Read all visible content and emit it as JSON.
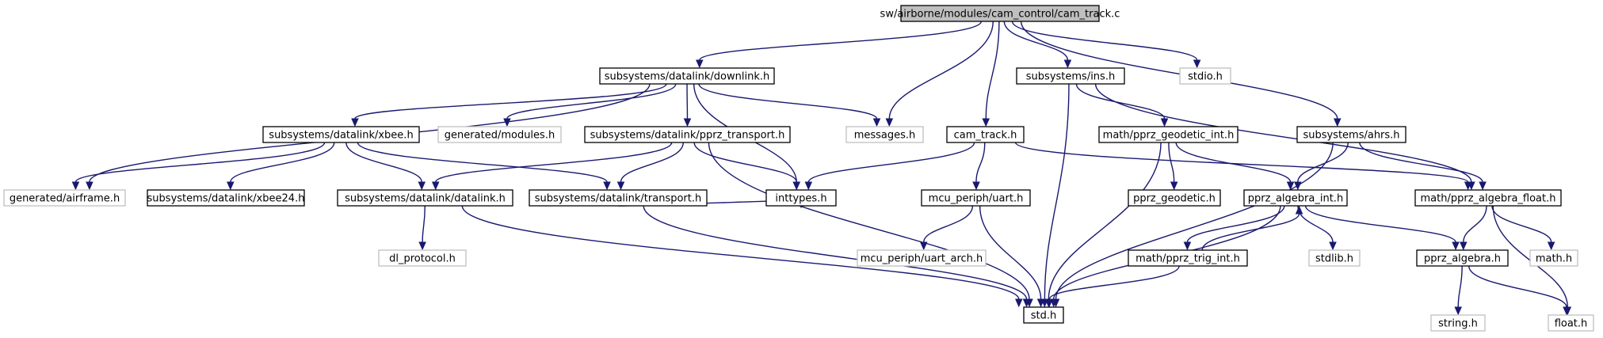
{
  "diagram": {
    "nodes": [
      {
        "id": "root",
        "label": "sw/airborne/modules/cam_control/cam_track.c",
        "style": "root"
      },
      {
        "id": "downlink",
        "label": "subsystems/datalink/downlink.h",
        "style": "normal"
      },
      {
        "id": "messages",
        "label": "messages.h",
        "style": "gray"
      },
      {
        "id": "cam_track_h",
        "label": "cam_track.h",
        "style": "normal"
      },
      {
        "id": "ins",
        "label": "subsystems/ins.h",
        "style": "normal"
      },
      {
        "id": "ahrs",
        "label": "subsystems/ahrs.h",
        "style": "normal"
      },
      {
        "id": "stdio",
        "label": "stdio.h",
        "style": "gray"
      },
      {
        "id": "xbee",
        "label": "subsystems/datalink/xbee.h",
        "style": "normal"
      },
      {
        "id": "gen_modules",
        "label": "generated/modules.h",
        "style": "gray"
      },
      {
        "id": "pprz_transport",
        "label": "subsystems/datalink/pprz_transport.h",
        "style": "normal"
      },
      {
        "id": "inttypes",
        "label": "inttypes.h",
        "style": "normal"
      },
      {
        "id": "gen_airframe",
        "label": "generated/airframe.h",
        "style": "gray"
      },
      {
        "id": "xbee24",
        "label": "subsystems/datalink/xbee24.h",
        "style": "normal"
      },
      {
        "id": "datalink",
        "label": "subsystems/datalink/datalink.h",
        "style": "normal"
      },
      {
        "id": "transport",
        "label": "subsystems/datalink/transport.h",
        "style": "normal"
      },
      {
        "id": "dl_protocol",
        "label": "dl_protocol.h",
        "style": "gray"
      },
      {
        "id": "std",
        "label": "std.h",
        "style": "normal"
      },
      {
        "id": "uart",
        "label": "mcu_periph/uart.h",
        "style": "normal"
      },
      {
        "id": "uart_arch",
        "label": "mcu_periph/uart_arch.h",
        "style": "gray"
      },
      {
        "id": "geodetic_int",
        "label": "math/pprz_geodetic_int.h",
        "style": "normal"
      },
      {
        "id": "pprz_geodetic",
        "label": "pprz_geodetic.h",
        "style": "normal"
      },
      {
        "id": "algebra_int",
        "label": "pprz_algebra_int.h",
        "style": "normal"
      },
      {
        "id": "trig_int",
        "label": "math/pprz_trig_int.h",
        "style": "normal"
      },
      {
        "id": "stdlib",
        "label": "stdlib.h",
        "style": "gray"
      },
      {
        "id": "algebra_float",
        "label": "math/pprz_algebra_float.h",
        "style": "normal"
      },
      {
        "id": "pprz_algebra",
        "label": "pprz_algebra.h",
        "style": "normal"
      },
      {
        "id": "math_h",
        "label": "math.h",
        "style": "gray"
      },
      {
        "id": "string_h",
        "label": "string.h",
        "style": "gray"
      },
      {
        "id": "float_h",
        "label": "float.h",
        "style": "gray"
      }
    ],
    "edges": [
      {
        "from": "root",
        "to": "downlink"
      },
      {
        "from": "root",
        "to": "messages"
      },
      {
        "from": "root",
        "to": "cam_track_h"
      },
      {
        "from": "root",
        "to": "ins"
      },
      {
        "from": "root",
        "to": "ahrs"
      },
      {
        "from": "root",
        "to": "stdio"
      },
      {
        "from": "downlink",
        "to": "gen_airframe"
      },
      {
        "from": "downlink",
        "to": "xbee"
      },
      {
        "from": "downlink",
        "to": "gen_modules"
      },
      {
        "from": "downlink",
        "to": "pprz_transport"
      },
      {
        "from": "downlink",
        "to": "messages"
      },
      {
        "from": "downlink",
        "to": "inttypes"
      },
      {
        "from": "xbee",
        "to": "gen_airframe"
      },
      {
        "from": "xbee",
        "to": "xbee24"
      },
      {
        "from": "xbee",
        "to": "datalink"
      },
      {
        "from": "xbee",
        "to": "transport"
      },
      {
        "from": "pprz_transport",
        "to": "datalink"
      },
      {
        "from": "pprz_transport",
        "to": "transport"
      },
      {
        "from": "pprz_transport",
        "to": "inttypes"
      },
      {
        "from": "pprz_transport",
        "to": "std"
      },
      {
        "from": "datalink",
        "to": "dl_protocol"
      },
      {
        "from": "datalink",
        "to": "std"
      },
      {
        "from": "transport",
        "to": "inttypes"
      },
      {
        "from": "transport",
        "to": "std"
      },
      {
        "from": "cam_track_h",
        "to": "inttypes"
      },
      {
        "from": "cam_track_h",
        "to": "uart"
      },
      {
        "from": "cam_track_h",
        "to": "algebra_float"
      },
      {
        "from": "uart",
        "to": "uart_arch"
      },
      {
        "from": "uart",
        "to": "std"
      },
      {
        "from": "ins",
        "to": "std"
      },
      {
        "from": "ins",
        "to": "geodetic_int"
      },
      {
        "from": "ins",
        "to": "algebra_float"
      },
      {
        "from": "geodetic_int",
        "to": "pprz_geodetic"
      },
      {
        "from": "geodetic_int",
        "to": "algebra_int"
      },
      {
        "from": "geodetic_int",
        "to": "std"
      },
      {
        "from": "ahrs",
        "to": "algebra_int"
      },
      {
        "from": "ahrs",
        "to": "algebra_float"
      },
      {
        "from": "ahrs",
        "to": "std"
      },
      {
        "from": "algebra_int",
        "to": "trig_int"
      },
      {
        "from": "algebra_int",
        "to": "stdlib"
      },
      {
        "from": "algebra_int",
        "to": "pprz_algebra"
      },
      {
        "from": "algebra_int",
        "to": "std"
      },
      {
        "from": "trig_int",
        "to": "algebra_int"
      },
      {
        "from": "trig_int",
        "to": "std"
      },
      {
        "from": "algebra_float",
        "to": "pprz_algebra"
      },
      {
        "from": "algebra_float",
        "to": "math_h"
      },
      {
        "from": "algebra_float",
        "to": "float_h"
      },
      {
        "from": "pprz_algebra",
        "to": "string_h"
      },
      {
        "from": "pprz_algebra",
        "to": "float_h"
      }
    ],
    "colors": {
      "edge": "#191970",
      "normal_border": "#000000",
      "gray_border": "#bfbfbf",
      "root_fill": "#bfbfbf",
      "node_fill": "#ffffff"
    }
  }
}
